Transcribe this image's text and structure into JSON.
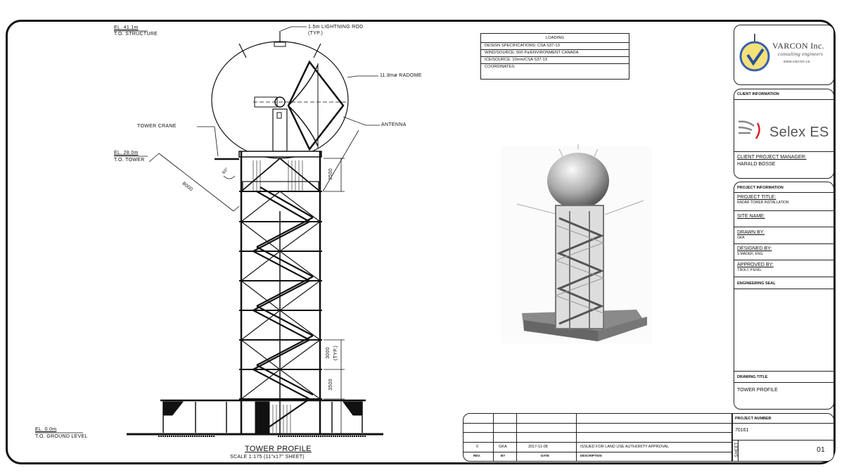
{
  "drawing": {
    "elevations": [
      {
        "value": "EL. 41.1m",
        "label": "T.O. STRUCTURE"
      },
      {
        "value": "EL. 28.0m",
        "label": "T.O. TOWER"
      },
      {
        "value": "EL. 0.0m",
        "label": "T.O. GROUND LEVEL"
      }
    ],
    "callouts": {
      "lightning_rod": "1.5m LIGHTNING ROD",
      "lightning_rod_typ": "(TYP.)",
      "radome": "11.8mø RADOME",
      "antenna": "ANTENNA",
      "tower_crane": "TOWER CRANE"
    },
    "dimensions": {
      "crane_length": "8000",
      "crane_angle": "60°",
      "top_height": "3500",
      "typ_height": "3000",
      "typ_label": "(TYP.)",
      "bottom_height": "3500"
    },
    "title": "TOWER PROFILE",
    "scale": "SCALE 1:175 (11\"x17\" SHEET)"
  },
  "loading": {
    "title": "LOADING",
    "rows": [
      "DESIGN SPECIFICATIONS: CSA S37-13",
      "WIND/SOURCE: 500 Pa/ENVIRONMENT CANADA",
      "ICE/SOURCE: 10mm/CSA S37-13",
      "COORDINATES:"
    ]
  },
  "title_block": {
    "company": "VARCON Inc.",
    "company_sub": "consulting engineers",
    "company_web": "www.varcon.ca",
    "client_info_label": "CLIENT INFORMATION",
    "client_logo": "Selex ES",
    "client_pm_label": "CLIENT PROJECT MANAGER:",
    "client_pm": "HARALD BOSSE",
    "project_info_label": "PROJECT INFORMATION",
    "fields": [
      {
        "label": "PROJECT TITLE:",
        "value": "RADAR TOWER INSTALLATION"
      },
      {
        "label": "SITE NAME:",
        "value": ""
      },
      {
        "label": "DRAWN BY:",
        "value": "GKA"
      },
      {
        "label": "DESIGNED BY:",
        "value": "S.MADER, ENG."
      },
      {
        "label": "APPROVED BY:",
        "value": "T.BOLT, P.ENG."
      }
    ],
    "seal_label": "ENGINEERING SEAL",
    "drawing_title_label": "DRAWING TITLE",
    "drawing_title": "TOWER PROFILE",
    "project_number_label": "PROJECT NUMBER",
    "project_number": "70161",
    "sheet_label": "SHEET",
    "sheet": "01"
  },
  "revisions": {
    "headers": [
      "REV.",
      "BY",
      "DATE",
      "DESCRIPTION"
    ],
    "rows": [
      [
        "0",
        "GKA",
        "2017-11-08",
        "ISSUED FOR LAND USE AUTHORITY APPROVAL"
      ]
    ]
  }
}
